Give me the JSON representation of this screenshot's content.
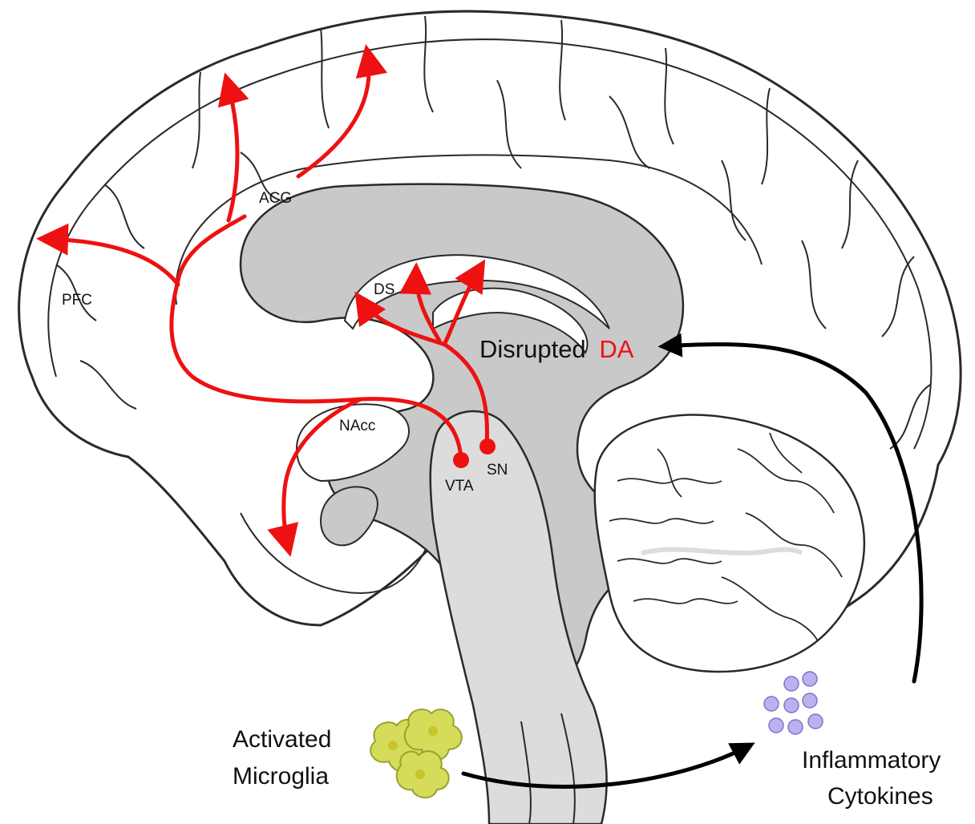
{
  "labels": {
    "acg": "ACG",
    "pfc": "PFC",
    "ds": "DS",
    "nacc": "NAcc",
    "vta": "VTA",
    "sn": "SN",
    "disrupted_prefix": "Disrupted",
    "disrupted_da": "DA",
    "activated_line1": "Activated",
    "activated_line2": "Microglia",
    "inflammatory_line1": "Inflammatory",
    "inflammatory_line2": "Cytokines"
  },
  "colors": {
    "dopamine_pathway": "#ee1111",
    "brain_outline": "#2a2a2a",
    "brain_fill": "#ffffff",
    "deep_structures": "#c9c9c9",
    "brainstem": "#dcdcdc",
    "microglia": "#d4dc5a",
    "cytokines": "#b9b2ee",
    "flow_arrows": "#000000"
  },
  "icons": {
    "microglia": "microglia-cell-cluster-icon",
    "cytokines": "cytokine-particles-icon"
  }
}
